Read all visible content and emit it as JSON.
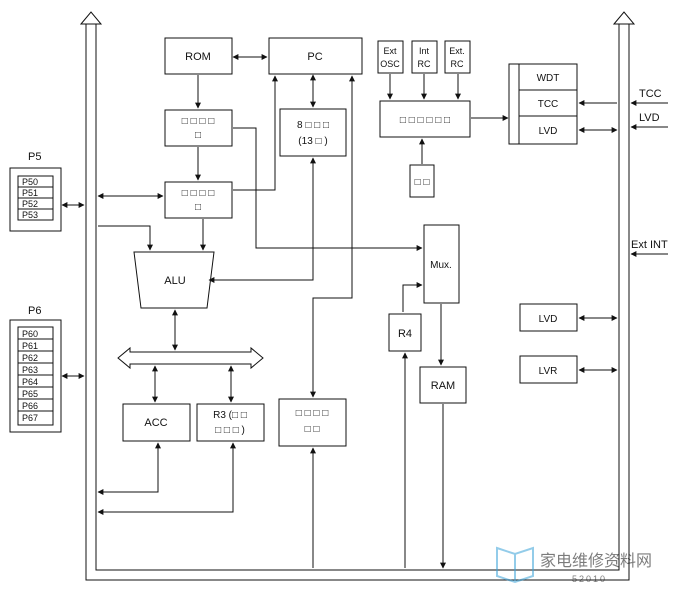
{
  "blocks": {
    "rom": "ROM",
    "pc": "PC",
    "ir": "□ □ □ □",
    "ir2": "□",
    "dec": "□ □ □ □",
    "dec2": "□",
    "stack1": "8 □ □ □",
    "stack2": "(13 □ )",
    "ext_osc1": "Ext",
    "ext_osc2": "OSC",
    "int_rc1": "Int",
    "int_rc2": "RC",
    "ext_rc1": "Ext.",
    "ext_rc2": "RC",
    "osc_ctrl": "□ □ □ □ □ □",
    "osc_sub": "□ □",
    "wdt": "WDT",
    "tcc": "TCC",
    "lvd": "LVD",
    "lvd2": "LVD",
    "lvr": "LVR",
    "alu": "ALU",
    "mux": "Mux.",
    "r4": "R4",
    "ram": "RAM",
    "acc": "ACC",
    "r3_1": "R3 (□ □",
    "r3_2": "□ □ □ )",
    "ioctl1": "□ □ □ □",
    "ioctl2": "□ □"
  },
  "ports": {
    "p5": {
      "title": "P5",
      "pins": [
        "P50",
        "P51",
        "P52",
        "P53"
      ]
    },
    "p6": {
      "title": "P6",
      "pins": [
        "P60",
        "P61",
        "P62",
        "P63",
        "P64",
        "P65",
        "P66",
        "P67"
      ]
    }
  },
  "signals": {
    "tcc": "TCC",
    "lvd": "LVD",
    "ext_int": "Ext INT"
  },
  "watermark": {
    "text": "家电维修资料网",
    "url": "52010"
  }
}
